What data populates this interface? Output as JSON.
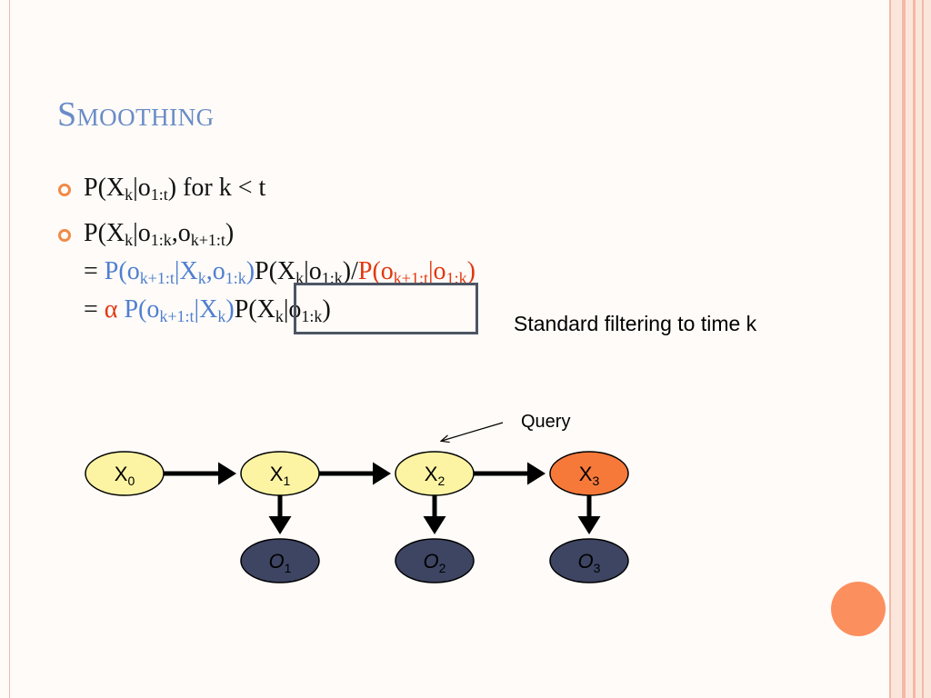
{
  "title": "Smoothing",
  "bullets": [
    {
      "line1": {
        "p_open": "P(X",
        "sub_k": "k",
        "bar": "|o",
        "sub_1t": "1:t",
        "tail": ") for k < t"
      }
    },
    {
      "line1": {
        "p_open": "P(X",
        "sub_k": "k",
        "bar": "|o",
        "sub_1k": "1:k",
        "comma_o": ",o",
        "sub_k1t": "k+1:t",
        "close": ")"
      },
      "line2": {
        "eq": "=",
        "blue_open": "P(o",
        "blue_sub_k1t": "k+1:t",
        "blue_bar": "|X",
        "blue_sub_k": "k",
        "blue_comma": ",o",
        "blue_sub_1k": "1:k",
        "blue_close": ")",
        "black_open": "P(X",
        "black_sub_k": "k",
        "black_bar": "|o",
        "black_sub_1k": "1:k",
        "black_close": ")/",
        "red_open": "P(o",
        "red_sub_k1t": "k+1:t",
        "red_bar": "|o",
        "red_sub_1k": "1:k",
        "red_close": ")"
      },
      "line3": {
        "eq": "=",
        "alpha": "α",
        "blue_open": "P(o",
        "blue_sub_k1t": "k+1:t",
        "blue_bar": "|X",
        "blue_sub_k": "k",
        "blue_close": ")",
        "black_open": "P(X",
        "black_sub_k": "k",
        "black_bar": "|o",
        "black_sub_1k": "1:k",
        "black_close": ")"
      }
    }
  ],
  "filter_note": "Standard filtering to time k",
  "query_label": "Query",
  "diagram": {
    "states": [
      {
        "base": "X",
        "sub": "0",
        "fill": "#fdf4a3"
      },
      {
        "base": "X",
        "sub": "1",
        "fill": "#fdf4a3"
      },
      {
        "base": "X",
        "sub": "2",
        "fill": "#fdf4a3"
      },
      {
        "base": "X",
        "sub": "3",
        "fill": "#f7793a"
      }
    ],
    "observations": [
      {
        "base": "O",
        "sub": "1"
      },
      {
        "base": "O",
        "sub": "2"
      },
      {
        "base": "O",
        "sub": "3"
      }
    ],
    "observation_fill": "#3e4563"
  },
  "colors": {
    "title": "#6a8cc7",
    "blue_term": "#4f7fd1",
    "red_term": "#e2370f",
    "bullet": "#f08a47"
  }
}
